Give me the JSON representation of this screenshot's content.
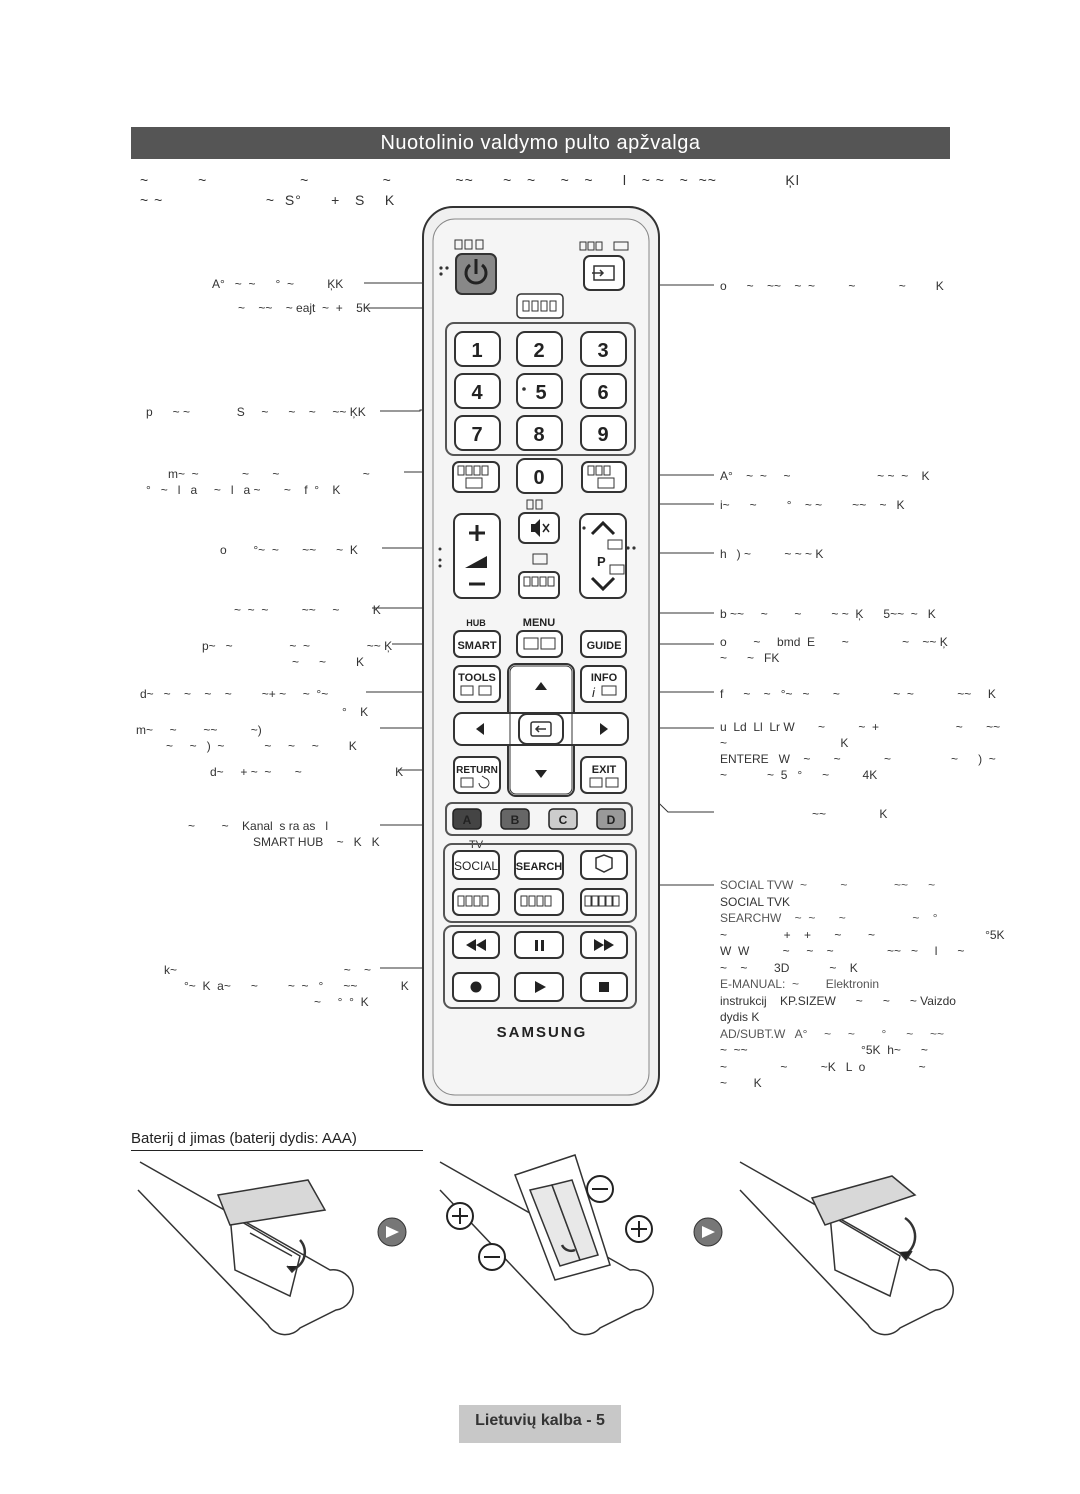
{
  "title": "Nuotolinio valdymo pulto apžvalga",
  "intro": {
    "line1": "~          ~                   ~               ~             ~~      ~   ~     ~   ~      l   ~ ~   ~  ~~              Ķl",
    "line2": "~ ~                     ~  S°      +   S    K"
  },
  "left_labels": [
    "A°   ~  ~      °  ~          ĶK",
    "~    ~~    ~ eajt  ~  +    5K",
    "p      ~ ~              S     ~      ~    ~     ~~ ĶK",
    "m~  ~             ~       ~                         ~",
    "°   ~   l   a     ~   l   a ~       ~    f  °    K",
    "o        °~  ~       ~~      ~  K",
    "~  ~  ~          ~~     ~          K",
    "p~   ~                 ~  ~                 ~~ Ķ",
    "~      ~         K",
    "d~   ~    ~    ~    ~         ~+ ~     ~  °~",
    "°    K",
    "m~     ~        ~~          ~)",
    "~     ~   )  ~            ~     ~     ~         K",
    "d~     + ~  ~       ~                            K",
    "~        ~    Kanal  s ra as   l",
    "SMART HUB    ~   K   K",
    "k~                                                  ~    ~",
    "°~  K  a~      ~         ~  ~   °      ~~             K",
    "~     °  °  K"
  ],
  "right_labels": [
    "o      ~    ~~    ~  ~          ~             ~         K",
    "A°    ~  ~     ~                          ~ ~  ~    K",
    "i~      ~         °    ~ ~         ~~    ~   K",
    "h   ) ~          ~ ~ ~ K",
    "b ~~     ~        ~         ~ ~  Ķ      5~~  ~   K",
    "o        ~     bmd  E        ~                ~    ~~ Ķ",
    "~      ~   FK",
    "f      ~    ~   °~   ~       ~                ~  ~             ~~     K",
    "u  Ld  Ll  Lr W       ~          ~  +                       ~       ~~",
    "~                                  K",
    "ENTERE   W    ~       ~             ~                  ~      )  ~",
    "~            ~  5   °      ~          4K",
    "~~                K"
  ],
  "social_callout": [
    "SOCIAL TVW  ~          ~              ~~      ~",
    "SOCIAL TVK",
    "SEARCHW    ~  ~       ~                    ~    °",
    "~                 +    +       ~        ~                                 °5K",
    "W  W          ~     ~    ~                ~~   ~     l      ~",
    "~    ~        3D            ~    K",
    "E-MANUAL:  ~        Elektronin",
    "instrukcij    KP.SIZEW      ~      ~      ~ Vaizdo",
    "dydis K",
    "AD/SUBT.W   A°     ~     ~        °      ~     ~~",
    "~  ~~                                  °5K  h~      ~",
    "~                ~          ~K   L  o                ~",
    "~        K"
  ],
  "remote": {
    "brand": "SAMSUNG",
    "digits": [
      "1",
      "2",
      "3",
      "4",
      "5",
      "6",
      "7",
      "8",
      "9",
      "0"
    ],
    "hub": "HUB",
    "menu": "MENU",
    "smart": "SMART",
    "guide": "GUIDE",
    "tools": "TOOLS",
    "info": "INFO",
    "return": "RETURN",
    "exit": "EXIT",
    "p": "P",
    "colors": [
      "A",
      "B",
      "C",
      "D"
    ],
    "tv": "TV",
    "social": "SOCIAL",
    "search": "SEARCH"
  },
  "battery_section": "Baterij   d jimas (baterij  dydis: AAA)",
  "footer": "Lietuvių kalba - 5",
  "colors": {
    "banner": "#555555",
    "remote_body": "#f0f0f0",
    "color_a": "#444444",
    "color_b": "#666666",
    "color_c": "#cccccc",
    "color_d": "#999999"
  }
}
